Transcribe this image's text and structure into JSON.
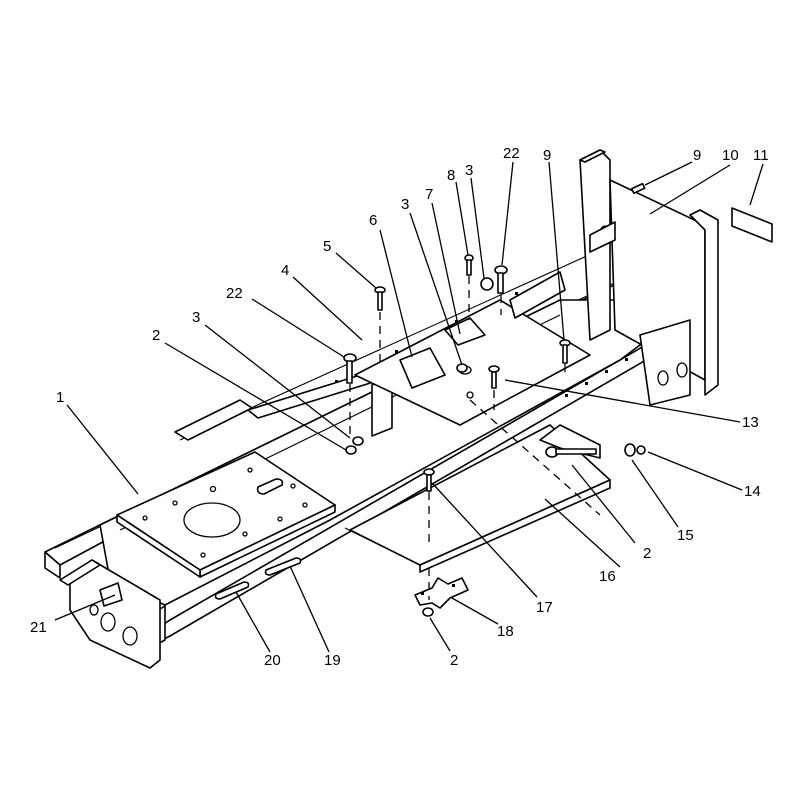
{
  "colors": {
    "line": "#000000",
    "background": "#ffffff"
  },
  "callouts": [
    {
      "id": "c1",
      "text": "1"
    },
    {
      "id": "c2a",
      "text": "2"
    },
    {
      "id": "c2b",
      "text": "2"
    },
    {
      "id": "c2c",
      "text": "2"
    },
    {
      "id": "c3a",
      "text": "3"
    },
    {
      "id": "c3b",
      "text": "3"
    },
    {
      "id": "c3c",
      "text": "3"
    },
    {
      "id": "c4",
      "text": "4"
    },
    {
      "id": "c5",
      "text": "5"
    },
    {
      "id": "c6",
      "text": "6"
    },
    {
      "id": "c7",
      "text": "7"
    },
    {
      "id": "c8",
      "text": "8"
    },
    {
      "id": "c9a",
      "text": "9"
    },
    {
      "id": "c9b",
      "text": "9"
    },
    {
      "id": "c10",
      "text": "10"
    },
    {
      "id": "c11",
      "text": "11"
    },
    {
      "id": "c13",
      "text": "13"
    },
    {
      "id": "c14",
      "text": "14"
    },
    {
      "id": "c15",
      "text": "15"
    },
    {
      "id": "c16",
      "text": "16"
    },
    {
      "id": "c17",
      "text": "17"
    },
    {
      "id": "c18",
      "text": "18"
    },
    {
      "id": "c19",
      "text": "19"
    },
    {
      "id": "c20",
      "text": "20"
    },
    {
      "id": "c21",
      "text": "21"
    },
    {
      "id": "c22a",
      "text": "22"
    },
    {
      "id": "c22b",
      "text": "22"
    }
  ]
}
